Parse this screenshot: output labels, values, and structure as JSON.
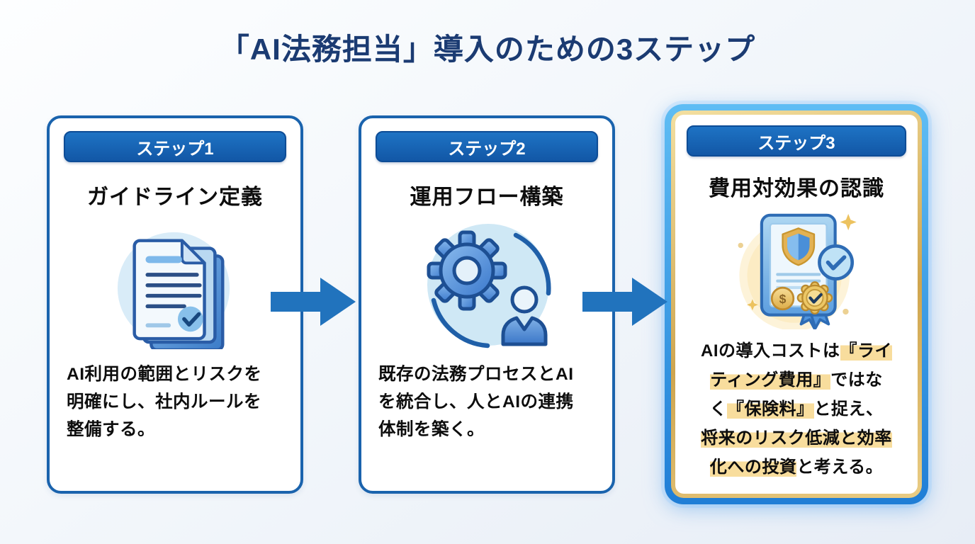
{
  "title": "「AI法務担当」導入のための3ステップ",
  "steps": [
    {
      "badge": "ステップ1",
      "heading": "ガイドライン定義",
      "icon": "documents-check-icon",
      "description": "AI利用の範囲とリスクを\n明確にし、社内ルールを\n整備する。"
    },
    {
      "badge": "ステップ2",
      "heading": "運用フロー構築",
      "icon": "gear-person-icon",
      "description": "既存の法務プロセスとAI\nを統合し、人とAIの連携\n体制を築く。"
    },
    {
      "badge": "ステップ3",
      "heading": "費用対効果の認識",
      "icon": "certificate-award-icon",
      "description_segments": [
        {
          "text": "AIの導入コストは",
          "highlight": false
        },
        {
          "text": "『ライ\nティング費用』",
          "highlight": true
        },
        {
          "text": "ではな\nく",
          "highlight": false
        },
        {
          "text": "『保険料』",
          "highlight": true
        },
        {
          "text": "と捉え、\n",
          "highlight": false
        },
        {
          "text": "将来のリスク低減と効率\n化への投資",
          "highlight": true
        },
        {
          "text": "と考える。",
          "highlight": false
        }
      ]
    }
  ],
  "colors": {
    "title_text": "#1b3b72",
    "badge_blue": "#1a64b5",
    "card_border_blue": "#1a63ad",
    "arrow_blue": "#2173bd",
    "highlight_yellow": "#f8dd9d",
    "step3_outer_blue": "#2f8fe0",
    "step3_gold": "#cfa54e"
  }
}
